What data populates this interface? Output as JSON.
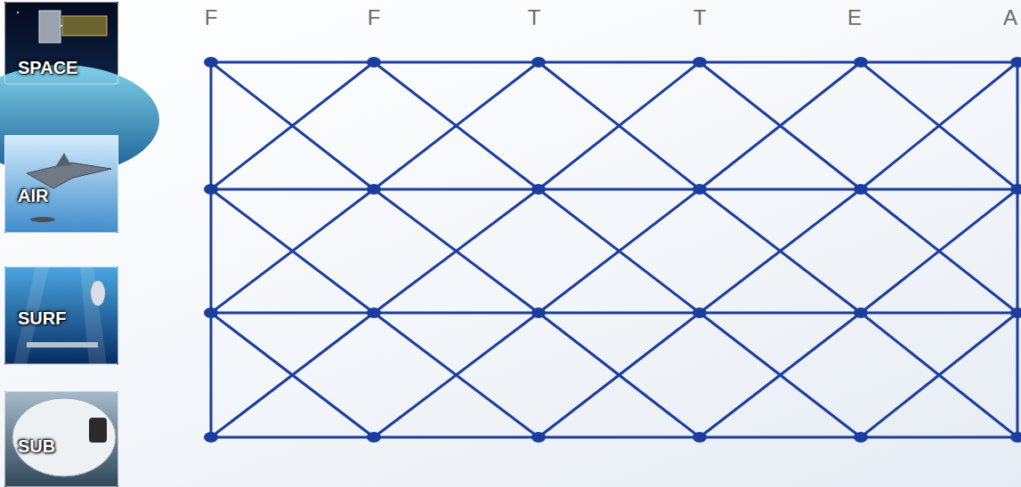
{
  "diagram": {
    "nodes": [
      {
        "text": [
          "SPACE"
        ]
      },
      {
        "text": [
          "AIR"
        ]
      },
      {
        "text": [
          "SURF"
        ]
      },
      {
        "text": [
          "SUB"
        ]
      }
    ],
    "labels": [
      "F",
      "F",
      "T",
      "T",
      "E",
      "A"
    ]
  }
}
